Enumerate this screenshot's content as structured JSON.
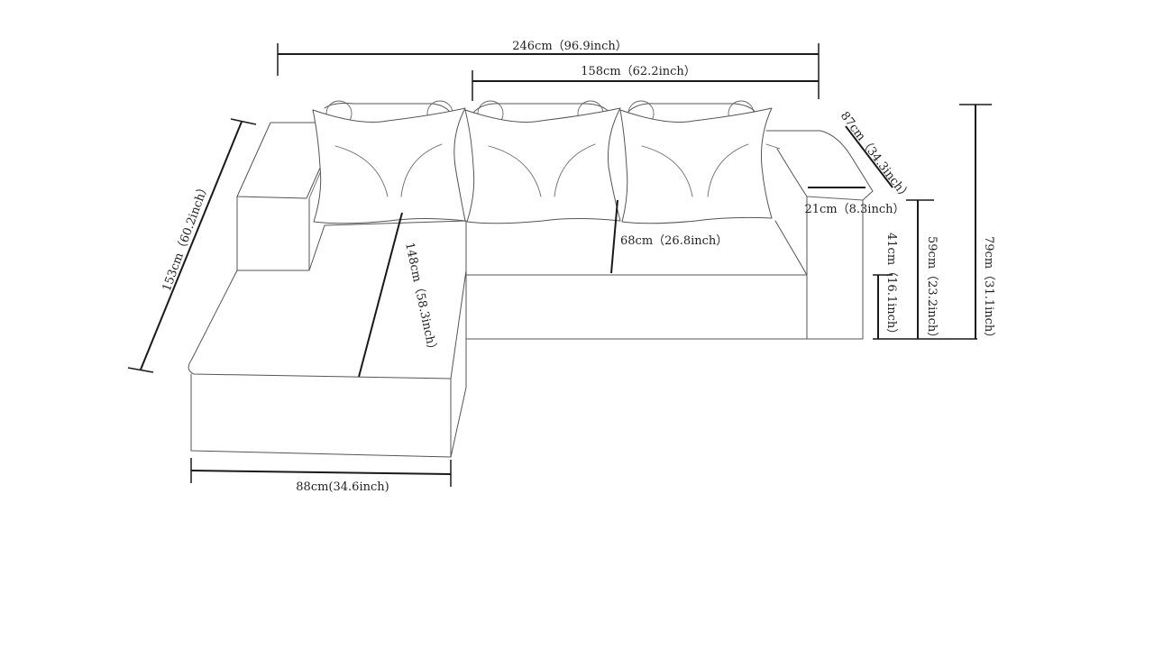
{
  "dimensions": {
    "total_width": "246cm（96.9inch）",
    "seat_width": "158cm（62.2inch）",
    "back_depth": "87cm（34.3inch）",
    "arm_width": "21cm（8.3inch）",
    "seat_depth": "68cm（26.8inch）",
    "seat_height": "41cm（16.1inch）",
    "arm_height": "59cm（23.2inch）",
    "total_height": "79cm（31.1inch）",
    "chaise_length": "153cm（60.2inch）",
    "chaise_seat_length": "148cm（58.3inch）",
    "chaise_width": "88cm(34.6inch)"
  },
  "colors": {
    "outline": "#555555",
    "dimension_line": "#1a1a1a",
    "background": "#ffffff"
  }
}
